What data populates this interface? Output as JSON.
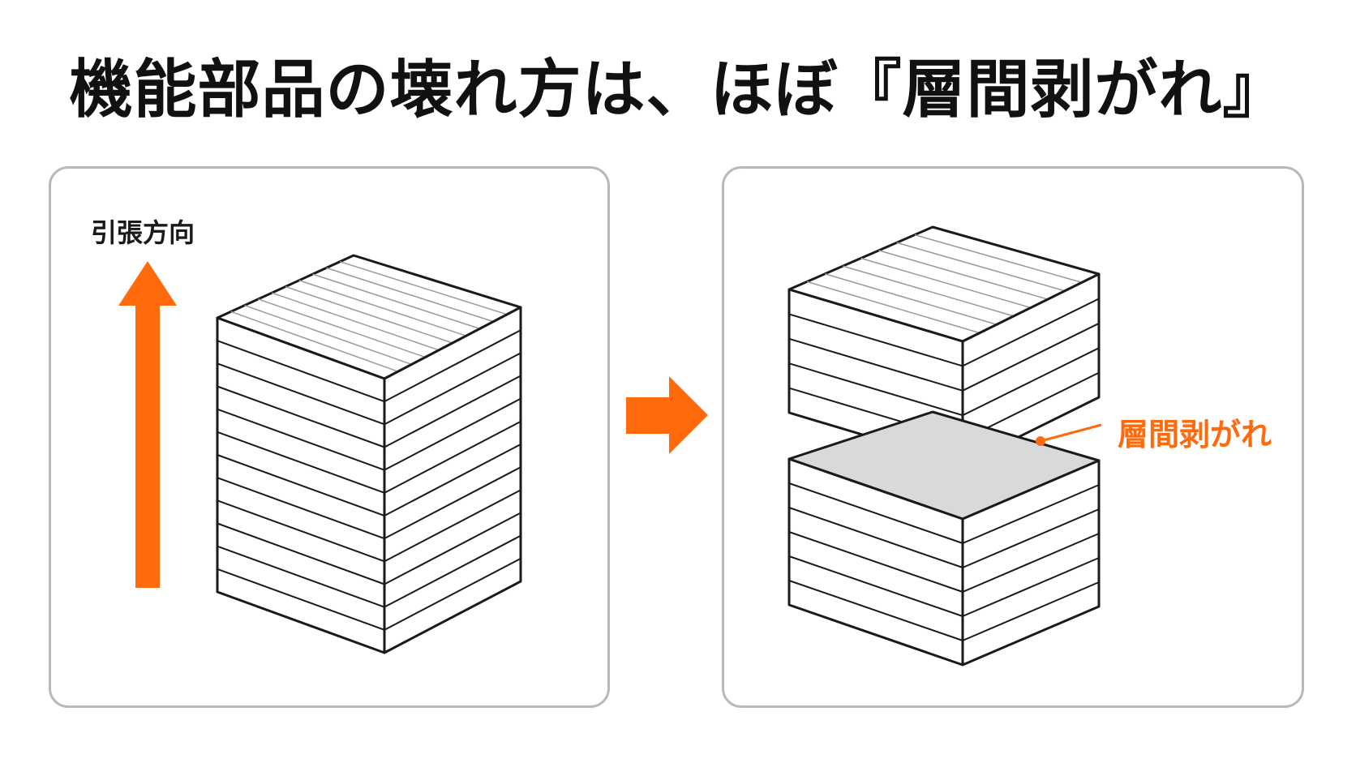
{
  "title": "機能部品の壊れ方は、ほぼ『層間剥がれ』",
  "left_panel": {
    "direction_label": "引張方向"
  },
  "right_panel": {
    "delamination_label": "層間剥がれ"
  },
  "colors": {
    "accent": "#ff6a0d",
    "outline": "#1a1a1a",
    "panel_border": "#b9b9b9",
    "separated_face": "#d9d9d9"
  }
}
